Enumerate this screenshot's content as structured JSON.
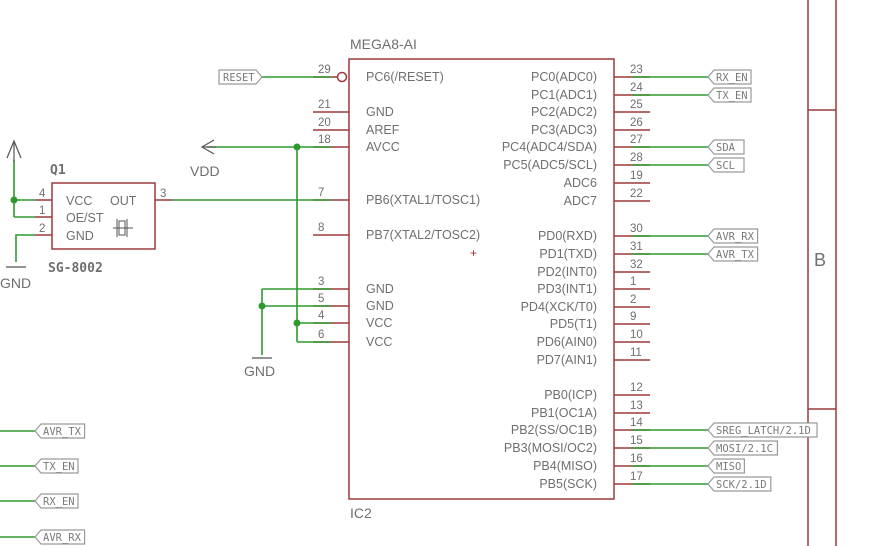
{
  "ic2": {
    "name": "MEGA8-AI",
    "ref": "IC2",
    "left_pins": [
      {
        "num": "29",
        "label": "PC6(/RESET)"
      },
      {
        "num": "21",
        "label": "GND"
      },
      {
        "num": "20",
        "label": "AREF"
      },
      {
        "num": "18",
        "label": "AVCC"
      },
      {
        "num": "7",
        "label": "PB6(XTAL1/TOSC1)"
      },
      {
        "num": "8",
        "label": "PB7(XTAL2/TOSC2)"
      },
      {
        "num": "3",
        "label": "GND"
      },
      {
        "num": "5",
        "label": "GND"
      },
      {
        "num": "4",
        "label": "VCC"
      },
      {
        "num": "6",
        "label": "VCC"
      }
    ],
    "right_pins": [
      {
        "num": "23",
        "label": "PC0(ADC0)"
      },
      {
        "num": "24",
        "label": "PC1(ADC1)"
      },
      {
        "num": "25",
        "label": "PC2(ADC2)"
      },
      {
        "num": "26",
        "label": "PC3(ADC3)"
      },
      {
        "num": "27",
        "label": "PC4(ADC4/SDA)"
      },
      {
        "num": "28",
        "label": "PC5(ADC5/SCL)"
      },
      {
        "num": "19",
        "label": "ADC6"
      },
      {
        "num": "22",
        "label": "ADC7"
      },
      {
        "num": "30",
        "label": "PD0(RXD)"
      },
      {
        "num": "31",
        "label": "PD1(TXD)"
      },
      {
        "num": "32",
        "label": "PD2(INT0)"
      },
      {
        "num": "1",
        "label": "PD3(INT1)"
      },
      {
        "num": "2",
        "label": "PD4(XCK/T0)"
      },
      {
        "num": "9",
        "label": "PD5(T1)"
      },
      {
        "num": "10",
        "label": "PD6(AIN0)"
      },
      {
        "num": "11",
        "label": "PD7(AIN1)"
      },
      {
        "num": "12",
        "label": "PB0(ICP)"
      },
      {
        "num": "13",
        "label": "PB1(OC1A)"
      },
      {
        "num": "14",
        "label": "PB2(SS/OC1B)"
      },
      {
        "num": "15",
        "label": "PB3(MOSI/OC2)"
      },
      {
        "num": "16",
        "label": "PB4(MISO)"
      },
      {
        "num": "17",
        "label": "PB5(SCK)"
      }
    ]
  },
  "q1": {
    "ref": "Q1",
    "value": "SG-8002",
    "pins": {
      "vcc": "VCC",
      "oe": "OE/ST",
      "gnd": "GND",
      "out": "OUT"
    },
    "pin_nums": {
      "vcc": "4",
      "oe": "1",
      "gnd": "2",
      "out": "3"
    }
  },
  "net_labels": {
    "reset": "RESET",
    "rx_en": "RX_EN",
    "tx_en": "TX_EN",
    "sda": "SDA",
    "scl": "SCL",
    "avr_rx": "AVR_RX",
    "avr_tx": "AVR_TX",
    "sreg_latch": "SREG_LATCH/2.1D",
    "mosi": "MOSI/2.1C",
    "miso": "MISO",
    "sck": "SCK/2.1D"
  },
  "left_net_labels": [
    "AVR_TX",
    "TX_EN",
    "RX_EN",
    "AVR_RX"
  ],
  "supplies": {
    "vdd": "VDD",
    "gnd": "GND"
  },
  "frame_zone": "B",
  "colors": {
    "wire": "#2e9a2e",
    "body": "#9b3a3a",
    "text": "#6f6f6f"
  }
}
